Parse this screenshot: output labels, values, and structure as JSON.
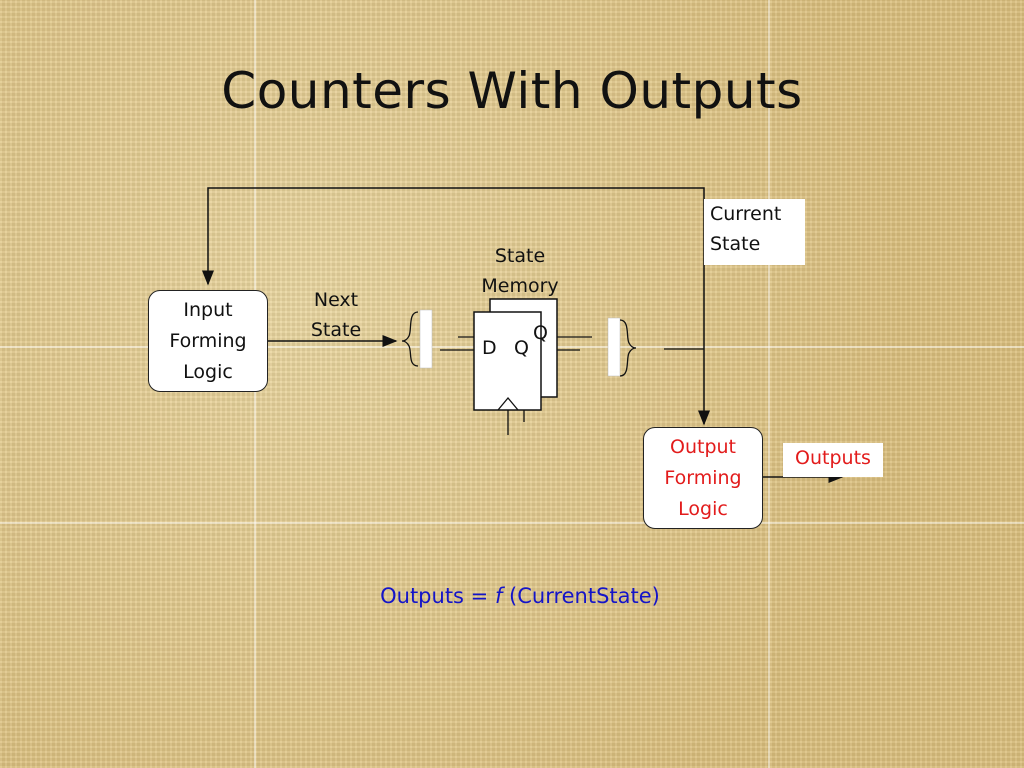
{
  "slide": {
    "title": "Counters With Outputs"
  },
  "diagram": {
    "input_logic": "Input\nForming\nLogic",
    "next_state": "Next\nState",
    "state_memory": "State\nMemory",
    "flipflop_d": "D",
    "flipflop_q": "Q",
    "flipflop_back_q": "Q",
    "current_state": "Current\nState",
    "output_logic": "Output\nForming\nLogic",
    "outputs": "Outputs"
  },
  "formula": {
    "prefix": "Outputs = ",
    "func": "f",
    "suffix": " (CurrentState)"
  },
  "colors": {
    "background": "#e2c98b",
    "output_red": "#e21b1b",
    "formula_blue": "#1414c8"
  }
}
